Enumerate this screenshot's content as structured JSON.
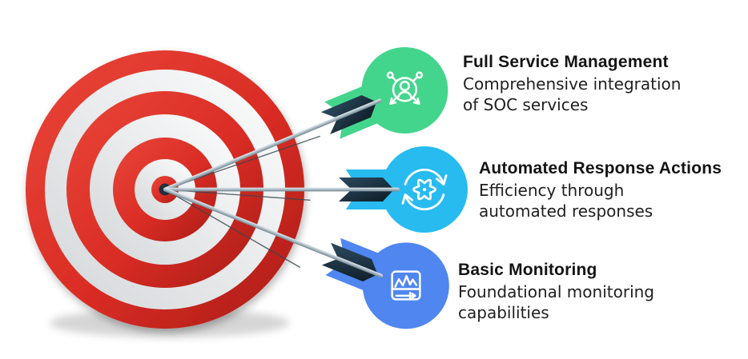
{
  "page": {
    "background": "#ffffff",
    "type": "target-infographic"
  },
  "palette": {
    "target_red_bright": "#e64337",
    "target_red_dark": "#a81d17",
    "ring_light": "#dcdfe1",
    "center_hole": "#232f3a",
    "fletching_navy": "#1d3040",
    "shaft_gray": "#aebfc9",
    "text": "#1a1a1a"
  },
  "items": [
    {
      "title": "Full Service Management",
      "desc_lines": [
        "Comprehensive integration",
        "of SOC services"
      ],
      "accent": "#44d58d",
      "icon": "user-network-icon"
    },
    {
      "title": "Automated Response Actions",
      "desc_lines": [
        "Efficiency through",
        "automated responses"
      ],
      "accent": "#27bbf0",
      "icon": "automation-cycle-icon"
    },
    {
      "title": "Basic Monitoring",
      "desc_lines": [
        "Foundational monitoring",
        "capabilities"
      ],
      "accent": "#4f86f0",
      "icon": "monitoring-chart-icon"
    }
  ]
}
